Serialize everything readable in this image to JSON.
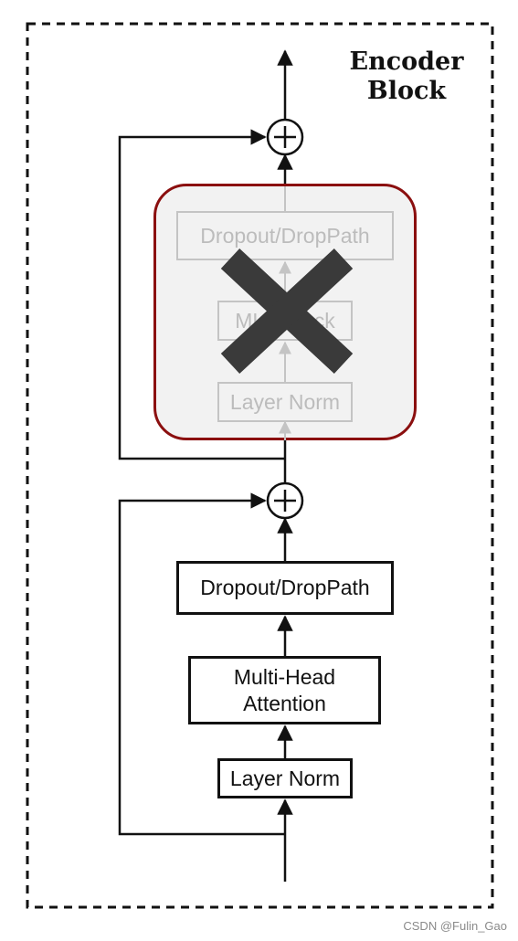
{
  "title": {
    "line1": "Encoder",
    "line2": "Block"
  },
  "attention_branch": {
    "layer_norm": "Layer Norm",
    "attention_line1": "Multi-Head",
    "attention_line2": "Attention",
    "dropout": "Dropout/DropPath"
  },
  "mlp_branch": {
    "status": "removed",
    "mark": "X",
    "layer_norm": "Layer Norm",
    "mlp_block": "MLP Block",
    "dropout": "Dropout/DropPath"
  },
  "watermark": "CSDN @Fulin_Gao",
  "colors": {
    "line": "#111111",
    "faded": "#c4c4c4",
    "panel_border": "#8b0f0f",
    "cross": "#3a3a3a"
  }
}
